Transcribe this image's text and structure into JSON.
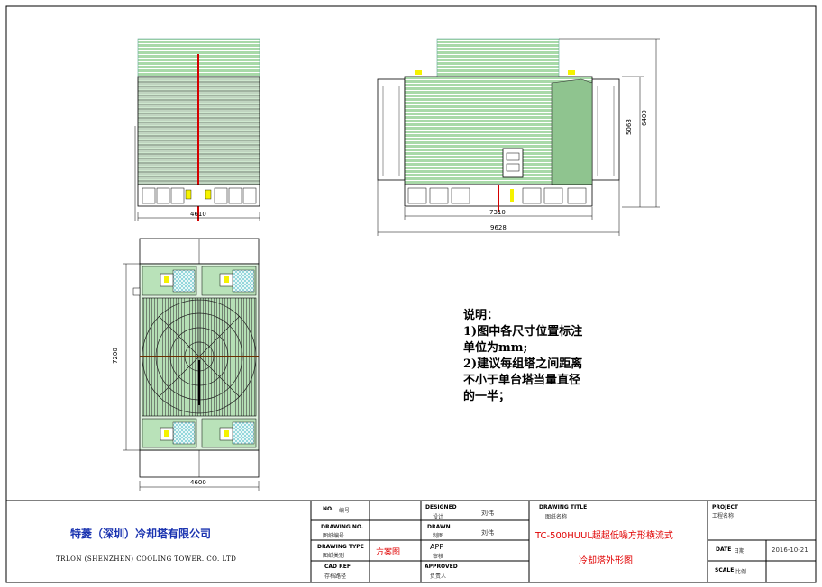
{
  "drawing": {
    "front_view": {
      "width_dim": "4610"
    },
    "side_view": {
      "inner_dim": "7310",
      "overall_dim": "9628",
      "height_upper": "5068",
      "height_total": "6400"
    },
    "plan_view": {
      "width_dim": "4600",
      "length_dim": "7200"
    }
  },
  "notes": {
    "heading": "说明：",
    "lines": [
      "1)图中各尺寸位置标注",
      "单位为mm;",
      "2)建议每组塔之间距离",
      "不小于单台塔当量直径",
      "的一半；"
    ]
  },
  "title_block": {
    "company_cn": "特菱（深圳）冷却塔有限公司",
    "company_en": "TRLON (SHENZHEN) COOLING TOWER. CO. LTD",
    "no_en": "NO.",
    "no_cn": "编号",
    "drawing_no_en": "DRAWING NO.",
    "drawing_no_cn": "图纸编号",
    "drawing_type_en": "DRAWING TYPE",
    "drawing_type_cn": "图纸类别",
    "drawing_type_value": "方案图",
    "cad_ref_en": "CAD REF",
    "cad_ref_cn": "存档路径",
    "designed_en": "DESIGNED",
    "designed_cn": "设计",
    "designed_value": "刘伟",
    "drawn_en": "DRAWN",
    "drawn_cn": "制图",
    "drawn_value": "刘伟",
    "app_en": "APP",
    "app_cn": "审核",
    "approved_en": "APPROVED",
    "approved_cn": "负责人",
    "title_en": "DRAWING TITLE",
    "title_cn": "图纸名称",
    "title_line1": "TC-500HUUL超超低噪方形横流式",
    "title_line2": "冷却塔外形图",
    "project_en": "PROJECT",
    "project_cn": "工程名称",
    "date_en": "DATE",
    "date_cn": "日期",
    "date_value": "2016-10-21",
    "scale_en": "SCALE",
    "scale_cn": "比例"
  },
  "colors": {
    "fill_green": "#9fd49f",
    "light_green": "#cfeccf",
    "cyan": "#6fd0d8",
    "yellow": "#f5f200",
    "red": "#d40000",
    "company_blue": "#1a33b0"
  }
}
